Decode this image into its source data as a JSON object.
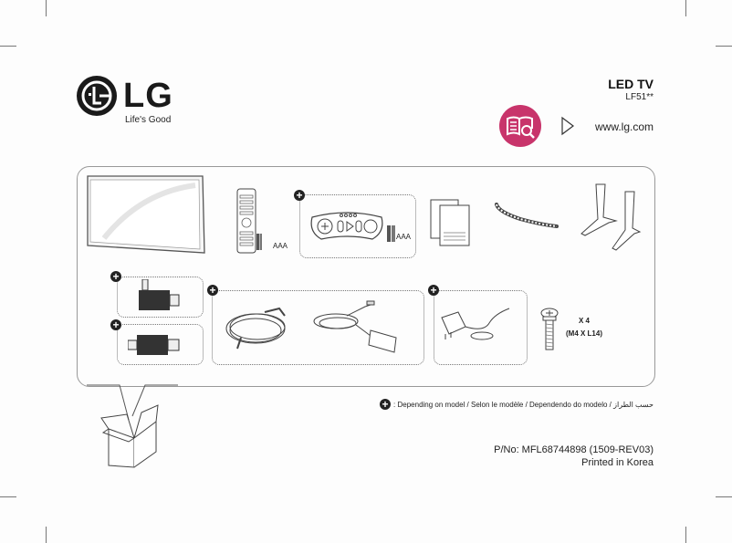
{
  "brand": {
    "logo_text": "LG",
    "tagline": "Life's Good"
  },
  "header": {
    "title": "LED TV",
    "model": "LF51**",
    "manual_icon": "book-magnifier-icon",
    "arrow_icon": "play-outline-arrow-icon",
    "url": "www.lg.com",
    "accent_color": "#c8346b"
  },
  "components": {
    "tv": "tv-icon",
    "remote": {
      "icon": "remote-control-icon",
      "battery_label": "AAA"
    },
    "magic_remote": {
      "icon": "magic-remote-icon",
      "battery_label": "AAA",
      "optional": true
    },
    "manuals": "manual-booklets-icon",
    "cable_holder": "cable-holder-icon",
    "stand": "stand-legs-icon",
    "adapter_l": {
      "icon": "rf-adapter-angled-icon",
      "optional": true
    },
    "adapter_straight": {
      "icon": "rf-adapter-straight-icon",
      "optional": true
    },
    "power_cord": {
      "icon": "power-cord-icon",
      "optional": true
    },
    "ac_dc_adapter": {
      "icon": "ac-dc-adapter-icon",
      "optional": true
    },
    "wall_adapter": {
      "icon": "wall-adapter-icon",
      "optional": true
    },
    "screw": {
      "icon": "screw-icon",
      "quantity": "X 4",
      "spec": "(M4 X L14)"
    }
  },
  "legend": {
    "icon": "plus-circle-icon",
    "text": ": Depending on model / Selon le modèle / Dependendo do modelo / حسب الطراز"
  },
  "footer": {
    "part_number": "P/No: MFL68744898 (1509-REV03)",
    "origin": "Printed in Korea"
  }
}
